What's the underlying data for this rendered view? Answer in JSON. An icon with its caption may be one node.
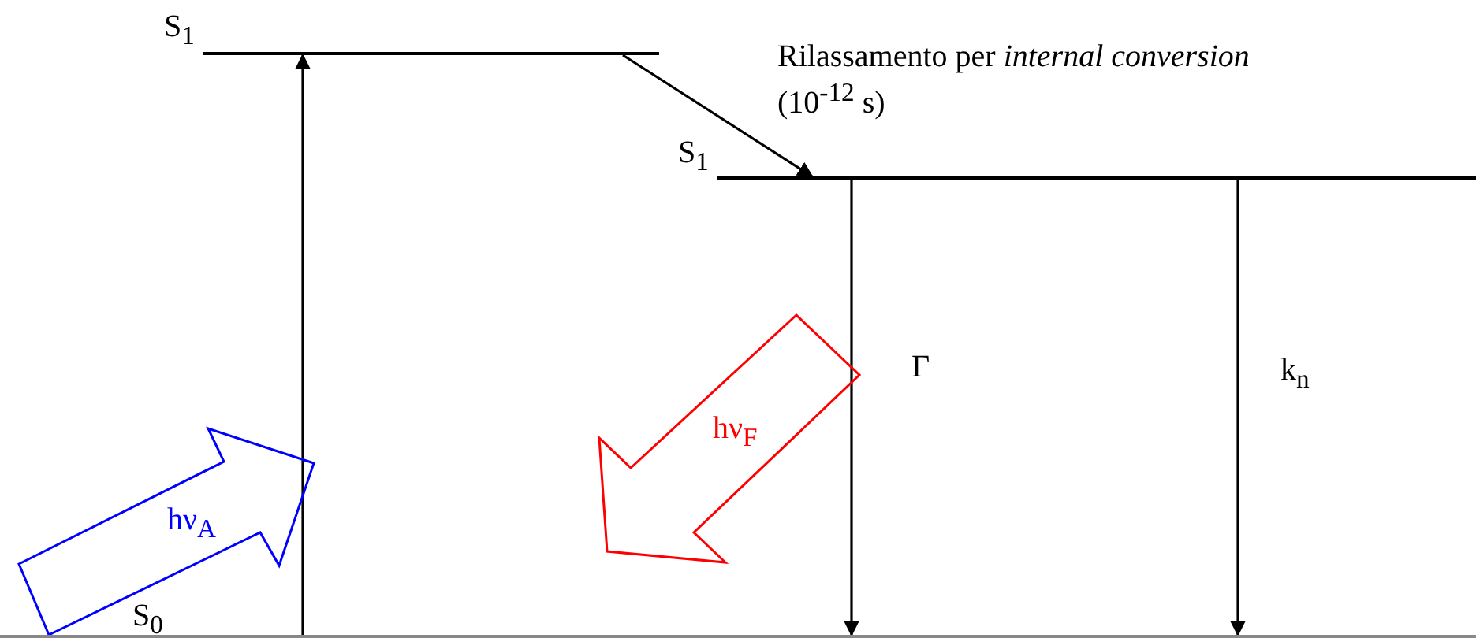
{
  "diagram": {
    "nodes": [
      {
        "text": [
          "S$_{1}$"
        ]
      },
      {
        "text": [
          "S$_{1}$"
        ]
      },
      {
        "text": [
          "S$_{0}$"
        ]
      }
    ],
    "edges": [
      {
        "from": 2,
        "to": 0,
        "arrow": "to"
      },
      {
        "from": 0,
        "to": 1,
        "arrow": "to",
        "label": "Rilassamento per *internal conversion* (10$^{-12}$ s)"
      },
      {
        "from": 1,
        "to": 2,
        "arrow": "to",
        "label": "Γ"
      },
      {
        "from": 1,
        "to": 2,
        "arrow": "to",
        "label": "k$_{n}$"
      }
    ],
    "labels": [
      "hν$_{A}$",
      "hν$_{F}$"
    ]
  }
}
